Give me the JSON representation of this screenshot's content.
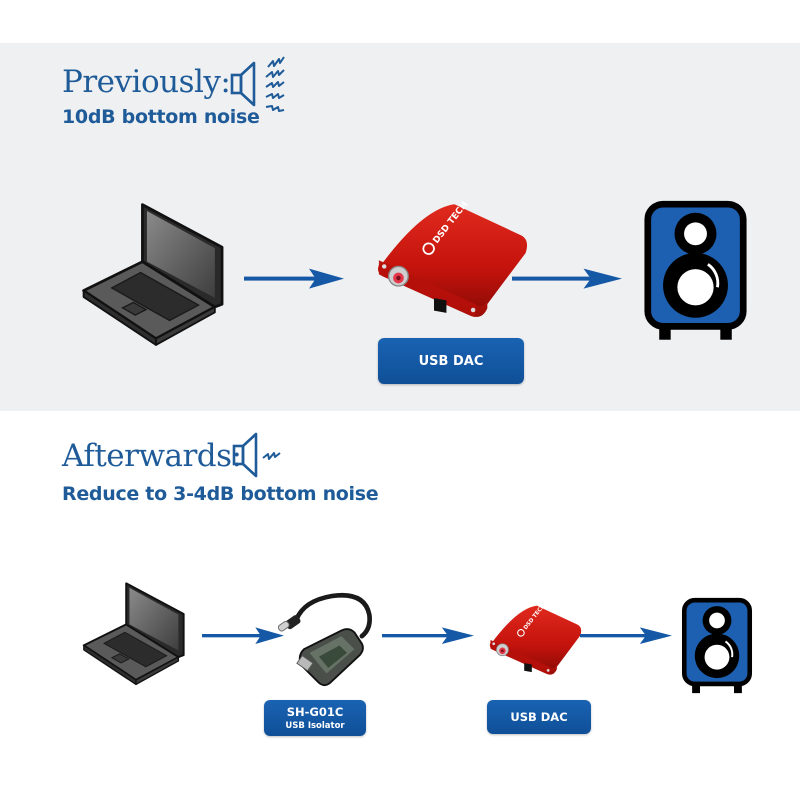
{
  "colors": {
    "accent": "#1e5b98",
    "arrow": "#1558a6",
    "label_bg": "#1558a6",
    "band_bg": "#eff0f2",
    "dac_red": "#c8150e",
    "speaker_blue": "#1d5fb0"
  },
  "previously": {
    "title": "Previously:",
    "subtitle": "10dB bottom noise",
    "icon": "speaker-loud-noise-icon",
    "chain": [
      {
        "device": "laptop",
        "icon": "laptop-icon"
      },
      {
        "device": "usb-dac",
        "icon": "usb-dac-icon",
        "brand": "DSD TECH",
        "label": "USB DAC"
      },
      {
        "device": "speaker",
        "icon": "speaker-icon"
      }
    ]
  },
  "afterwards": {
    "title": "Afterwards:",
    "subtitle": "Reduce to 3-4dB bottom noise",
    "icon": "speaker-low-noise-icon",
    "chain": [
      {
        "device": "laptop",
        "icon": "laptop-icon"
      },
      {
        "device": "usb-isolator",
        "icon": "usb-isolator-icon",
        "label": "SH-G01C",
        "sublabel": "USB Isolator"
      },
      {
        "device": "usb-dac",
        "icon": "usb-dac-icon",
        "brand": "DSD TECH",
        "label": "USB DAC"
      },
      {
        "device": "speaker",
        "icon": "speaker-icon"
      }
    ]
  }
}
